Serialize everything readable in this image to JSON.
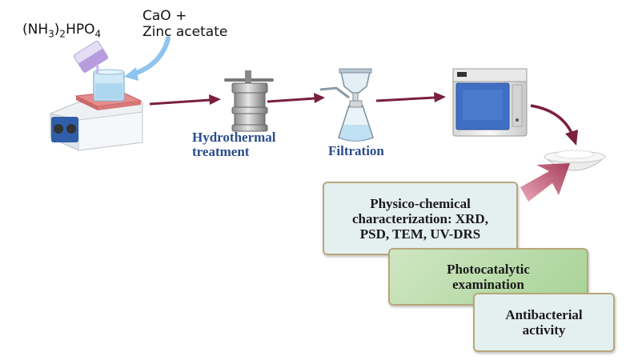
{
  "reagents": {
    "phosphate_parts": [
      "(NH",
      "3",
      ")",
      "2",
      "HPO",
      "4"
    ],
    "cao_line1": "CaO +",
    "cao_line2": "Zinc acetate"
  },
  "steps": {
    "hydrothermal_line1": "Hydrothermal",
    "hydrothermal_line2": "treatment",
    "filtration": "Filtration"
  },
  "characterization": {
    "box1_lines": [
      "Physico-chemical",
      "characterization: XRD,",
      "PSD, TEM, UV-DRS"
    ],
    "box2_lines": [
      "Photocatalytic",
      "examination"
    ],
    "box3_lines": [
      "Antibacterial",
      "activity"
    ]
  },
  "colors": {
    "arrow": "#7a1f3d",
    "step_label": "#2a4d8c",
    "box1_fill": "#e4f0ef",
    "box2_fill": "#b5d9a6",
    "box3_fill": "#e4f0ef",
    "box_border": "#b7a77a",
    "pour_arrow": "#8fc4ee"
  }
}
